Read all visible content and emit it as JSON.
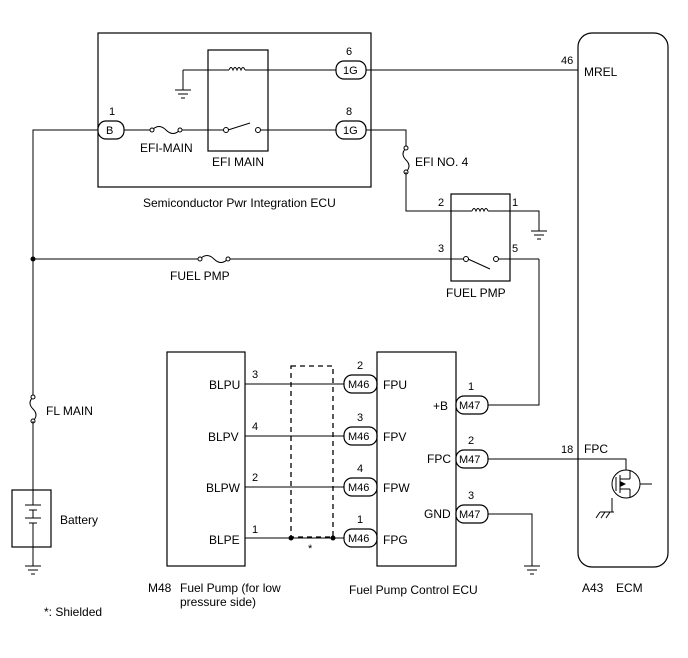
{
  "components": {
    "spi_ecu": "Semiconductor Pwr Integration ECU",
    "efi_main_relay": "EFI MAIN",
    "efi_main_fuse": "EFI-MAIN",
    "efi_no4_fuse": "EFI NO. 4",
    "fuel_pmp_relay": "FUEL PMP",
    "fuel_pmp_fuse": "FUEL PMP",
    "fl_main_fuse": "FL MAIN",
    "battery": "Battery",
    "ecm_code": "A43",
    "ecm": "ECM",
    "fuel_pump_code": "M48",
    "fuel_pump_line1": "Fuel Pump (for low",
    "fuel_pump_line2": "pressure side)",
    "fuel_pump_control_ecu": "Fuel Pump Control ECU",
    "shield_mark": "*",
    "shield_note": "*: Shielded"
  },
  "connectors": {
    "spi_b": "B",
    "spi_1g_top": "1G",
    "spi_1g_bottom": "1G",
    "m46_fpu": "M46",
    "m46_fpv": "M46",
    "m46_fpw": "M46",
    "m46_fpg": "M46",
    "m47_b": "M47",
    "m47_fpc": "M47",
    "m47_gnd": "M47"
  },
  "pins": {
    "spi_b": "1",
    "spi_top": "6",
    "spi_bottom": "8",
    "efi4_relay_coil": "2",
    "efi4_relay_ground": "1",
    "fuel_relay_in": "3",
    "fuel_relay_out": "5",
    "ecm_mrel": "46",
    "ecm_fpc": "18",
    "pump_blpu": "3",
    "pump_blpv": "4",
    "pump_blpw": "2",
    "pump_blpe": "1",
    "ctrl_fpu": "2",
    "ctrl_fpv": "3",
    "ctrl_fpw": "4",
    "ctrl_fpg": "1",
    "ctrl_b": "1",
    "ctrl_fpc": "2",
    "ctrl_gnd": "3"
  },
  "terminals": {
    "mrel": "MREL",
    "fpc_ecm": "FPC",
    "blpu": "BLPU",
    "blpv": "BLPV",
    "blpw": "BLPW",
    "blpe": "BLPE",
    "fpu": "FPU",
    "fpv": "FPV",
    "fpw": "FPW",
    "fpg": "FPG",
    "b_plus": "+B",
    "fpc_ctrl": "FPC",
    "gnd": "GND"
  }
}
